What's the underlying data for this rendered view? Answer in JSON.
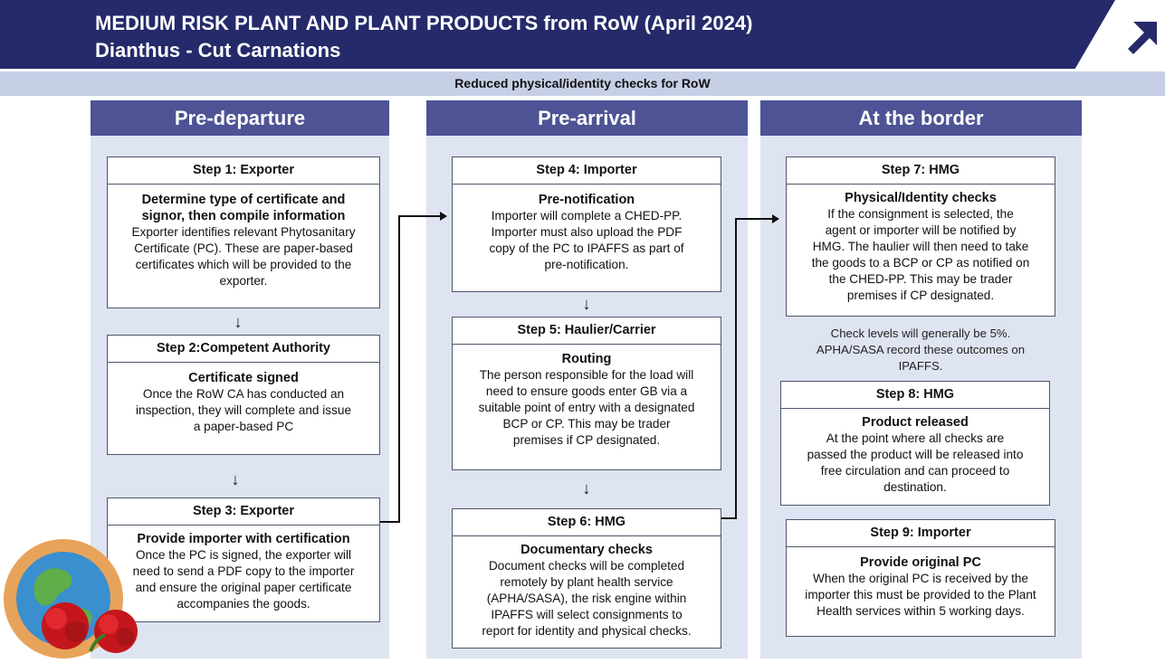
{
  "header": {
    "title_line1": "MEDIUM RISK PLANT AND PLANT PRODUCTS from RoW  (April 2024)",
    "title_line2": "Dianthus  - Cut Carnations",
    "subtitle": "Reduced physical/identity checks for RoW",
    "banner_color": "#252a6a",
    "logo": "arrow-logo-icon"
  },
  "columns": [
    {
      "label": "Pre-departure"
    },
    {
      "label": "Pre-arrival"
    },
    {
      "label": "At the border"
    }
  ],
  "steps": {
    "s1": {
      "title": "Step 1: Exporter",
      "sub1": "Determine type of certificate and",
      "sub2": "signor, then compile information",
      "lines": [
        "Exporter identifies relevant Phytosanitary",
        "Certificate (PC). These are paper-based",
        "certificates which will be provided to the",
        "exporter."
      ]
    },
    "s2": {
      "title": "Step 2:Competent Authority",
      "sub1": "Certificate signed",
      "lines": [
        "Once the RoW CA has conducted an",
        "inspection, they will complete and issue",
        "a paper-based PC"
      ]
    },
    "s3": {
      "title": "Step 3: Exporter",
      "sub1": "Provide importer with certification",
      "lines": [
        "Once the PC is signed, the exporter will",
        "need to send a PDF copy to the importer",
        "and ensure the original paper certificate",
        "accompanies the goods."
      ]
    },
    "s4": {
      "title": "Step 4: Importer",
      "sub1": "Pre-notification",
      "lines": [
        "Importer will complete a CHED-PP.",
        "Importer must also upload the PDF",
        "copy of the PC to IPAFFS as part of",
        "pre-notification."
      ]
    },
    "s5": {
      "title": "Step 5: Haulier/Carrier",
      "sub1": "Routing",
      "lines": [
        "The person responsible for the load will",
        "need to ensure goods enter GB via a",
        "suitable point of entry with a designated",
        "BCP or CP. This may be trader",
        "premises if CP designated."
      ]
    },
    "s6": {
      "title": "Step 6: HMG",
      "sub1": "Documentary checks",
      "lines": [
        "Document checks will be completed",
        "remotely by plant health service",
        "(APHA/SASA), the risk engine within",
        "IPAFFS will select consignments to",
        "report for identity and physical checks."
      ]
    },
    "s7": {
      "title": "Step 7: HMG",
      "sub1": "Physical/Identity checks",
      "lines": [
        "If the consignment is selected,  the",
        "agent or importer will be notified by",
        "HMG. The haulier will then need to take",
        "the goods to a BCP or CP as notified on",
        "the CHED-PP. This may be trader",
        "premises if CP designated."
      ]
    },
    "s8": {
      "title": "Step 8: HMG",
      "sub1": "Product released",
      "lines": [
        "At the point where all checks are",
        "passed the product will be released into",
        "free circulation and can proceed to",
        "destination."
      ]
    },
    "s9": {
      "title": "Step 9: Importer",
      "sub1": "Provide original PC",
      "lines": [
        "When the original PC is received by the",
        "importer this must be provided to the Plant",
        "Health services within 5 working days."
      ]
    }
  },
  "note": {
    "lines": [
      "Check levels will generally be 5%.",
      "APHA/SASA record these outcomes on",
      "IPAFFS."
    ]
  },
  "arrow_glyph": "↓",
  "colors": {
    "column_header": "#4d5394",
    "column_bg": "#dfe4f3",
    "subtitle_bar": "#c6cfe6"
  },
  "decoration": {
    "icons": [
      "globe-icon",
      "carnation-flower-icon"
    ]
  }
}
